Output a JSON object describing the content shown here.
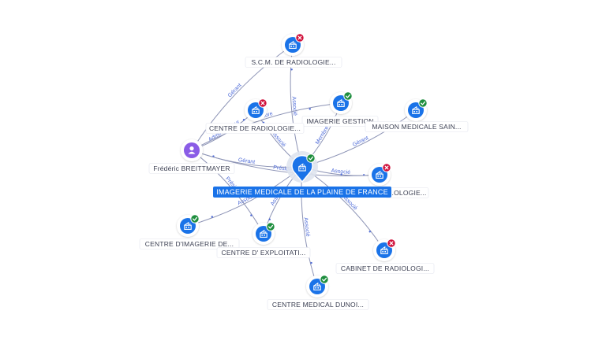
{
  "colors": {
    "primary": "#1a73e8",
    "person": "#8a5ce6",
    "active": "#1e8e3e",
    "closed": "#d0103a",
    "edge": "#8c93b5",
    "edge_label": "#4e6bd8"
  },
  "center": {
    "label": "IMAGERIE MEDICALE DE LA PLAINE DE FRANCE",
    "icon": "building-icon",
    "status": "active"
  },
  "nodes": [
    {
      "id": "scm",
      "label": "S.C.M. DE RADIOLOGIE...",
      "type": "company",
      "status": "closed"
    },
    {
      "id": "imagerie_gestion",
      "label": "IMAGERIE GESTION",
      "type": "company",
      "status": "active"
    },
    {
      "id": "centre_radiologie",
      "label": "CENTRE DE RADIOLOGIE...",
      "type": "company",
      "status": "closed"
    },
    {
      "id": "maison_medicale",
      "label": "MAISON MEDICALE SAIN...",
      "type": "company",
      "status": "active"
    },
    {
      "id": "frederic",
      "label": "Frédéric BREITTMAYER",
      "type": "person",
      "status": "none"
    },
    {
      "id": "ologie",
      "label": "...OLOGIE...",
      "type": "company",
      "status": "closed"
    },
    {
      "id": "centre_imagerie",
      "label": "CENTRE D'IMAGERIE DE...",
      "type": "company",
      "status": "active"
    },
    {
      "id": "centre_exploitation",
      "label": "CENTRE D' EXPLOITATI...",
      "type": "company",
      "status": "active"
    },
    {
      "id": "cabinet",
      "label": "CABINET DE RADIOLOGI...",
      "type": "company",
      "status": "closed"
    },
    {
      "id": "centre_medical",
      "label": "CENTRE MEDICAL DUNOI...",
      "type": "company",
      "status": "active"
    }
  ],
  "edges": [
    {
      "from": "center",
      "to": "scm",
      "label": "Associé"
    },
    {
      "from": "center",
      "to": "imagerie_gestion",
      "label": "Membre"
    },
    {
      "from": "center",
      "to": "centre_radiologie",
      "label": "Associé"
    },
    {
      "from": "center",
      "to": "maison_medicale",
      "label": "Gérant"
    },
    {
      "from": "center",
      "to": "frederic",
      "label": "Gérant"
    },
    {
      "from": "center",
      "to": "ologie",
      "label": "Associé"
    },
    {
      "from": "center",
      "to": "centre_imagerie",
      "label": "Associé"
    },
    {
      "from": "center",
      "to": "centre_exploitation",
      "label": "Associé"
    },
    {
      "from": "center",
      "to": "cabinet",
      "label": "Associé"
    },
    {
      "from": "center",
      "to": "centre_medical",
      "label": "Associé"
    },
    {
      "from": "frederic",
      "to": "scm",
      "label": "Gérant"
    },
    {
      "from": "frederic",
      "to": "centre_radiologie",
      "label": "Administrateur"
    },
    {
      "from": "frederic",
      "to": "imagerie_gestion",
      "label": "Membre"
    },
    {
      "from": "frederic",
      "to": "ologie",
      "label": "Président"
    },
    {
      "from": "frederic",
      "to": "centre_exploitation",
      "label": "Président"
    }
  ]
}
